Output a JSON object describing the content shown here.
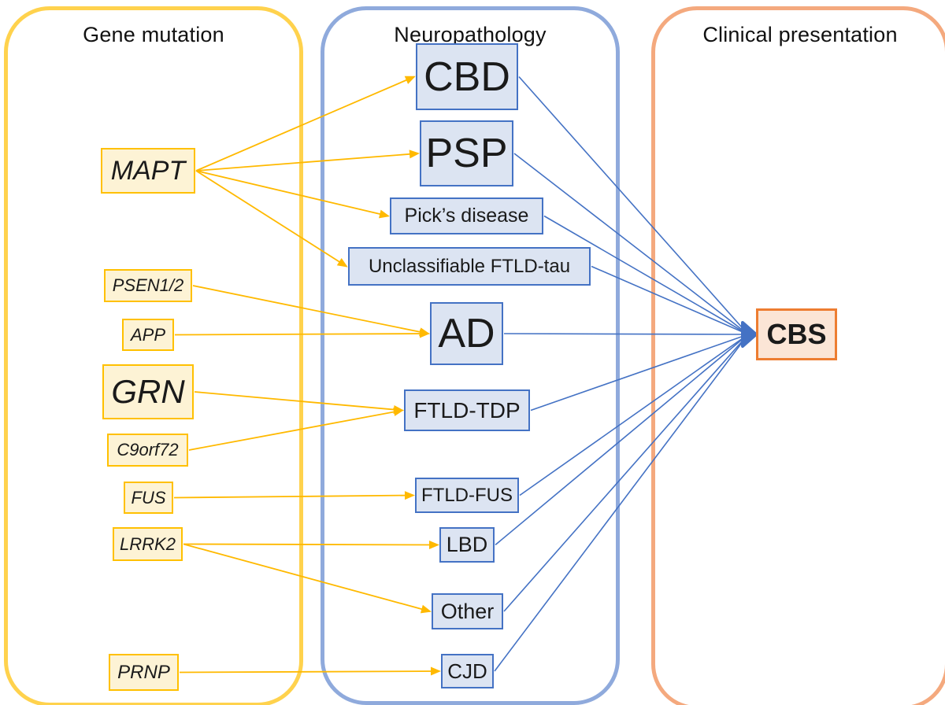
{
  "diagram": {
    "columns": [
      {
        "id": "gene",
        "title": "Gene mutation"
      },
      {
        "id": "patho",
        "title": "Neuropathology"
      },
      {
        "id": "clinical",
        "title": "Clinical presentation"
      }
    ],
    "nodes": [
      {
        "id": "MAPT",
        "label": "MAPT",
        "column": "gene"
      },
      {
        "id": "PSEN12",
        "label": "PSEN1/2",
        "column": "gene"
      },
      {
        "id": "APP",
        "label": "APP",
        "column": "gene"
      },
      {
        "id": "GRN",
        "label": "GRN",
        "column": "gene"
      },
      {
        "id": "C9ORF72",
        "label": "C9orf72",
        "column": "gene"
      },
      {
        "id": "FUS",
        "label": "FUS",
        "column": "gene"
      },
      {
        "id": "LRRK2",
        "label": "LRRK2",
        "column": "gene"
      },
      {
        "id": "PRNP",
        "label": "PRNP",
        "column": "gene"
      },
      {
        "id": "CBD",
        "label": "CBD",
        "column": "patho"
      },
      {
        "id": "PSP",
        "label": "PSP",
        "column": "patho"
      },
      {
        "id": "PICKS",
        "label": "Pick’s disease",
        "column": "patho"
      },
      {
        "id": "UNCLASS",
        "label": "Unclassifiable FTLD-tau",
        "column": "patho"
      },
      {
        "id": "AD",
        "label": "AD",
        "column": "patho"
      },
      {
        "id": "FTLD_TDP",
        "label": "FTLD-TDP",
        "column": "patho"
      },
      {
        "id": "FTLD_FUS",
        "label": "FTLD-FUS",
        "column": "patho"
      },
      {
        "id": "LBD",
        "label": "LBD",
        "column": "patho"
      },
      {
        "id": "OTHER",
        "label": "Other",
        "column": "patho"
      },
      {
        "id": "CJD",
        "label": "CJD",
        "column": "patho"
      },
      {
        "id": "CBS",
        "label": "CBS",
        "column": "clinical"
      }
    ],
    "edges": {
      "gene_to_pathology": [
        [
          "MAPT",
          "CBD"
        ],
        [
          "MAPT",
          "PSP"
        ],
        [
          "MAPT",
          "PICKS"
        ],
        [
          "MAPT",
          "UNCLASS"
        ],
        [
          "PSEN12",
          "AD"
        ],
        [
          "APP",
          "AD"
        ],
        [
          "GRN",
          "FTLD_TDP"
        ],
        [
          "C9ORF72",
          "FTLD_TDP"
        ],
        [
          "FUS",
          "FTLD_FUS"
        ],
        [
          "LRRK2",
          "LBD"
        ],
        [
          "LRRK2",
          "OTHER"
        ],
        [
          "PRNP",
          "CJD"
        ]
      ],
      "pathology_to_clinical": [
        [
          "CBD",
          "CBS"
        ],
        [
          "PSP",
          "CBS"
        ],
        [
          "PICKS",
          "CBS"
        ],
        [
          "UNCLASS",
          "CBS"
        ],
        [
          "AD",
          "CBS"
        ],
        [
          "FTLD_TDP",
          "CBS"
        ],
        [
          "FTLD_FUS",
          "CBS"
        ],
        [
          "LBD",
          "CBS"
        ],
        [
          "OTHER",
          "CBS"
        ],
        [
          "CJD",
          "CBS"
        ]
      ]
    },
    "colors": {
      "gene_edge": "#FFB900",
      "pathology_edge": "#4472C4",
      "gene_box_fill": "#FDF3D5",
      "gene_box_border": "#FFC000",
      "pathology_box_fill": "#DCE4F2",
      "pathology_box_border": "#4472C4",
      "clinical_box_fill": "#FBE5D6",
      "clinical_box_border": "#ED7D31",
      "gene_container_border": "#FFD24D",
      "pathology_container_border": "#8FAADC",
      "clinical_container_border": "#F4A97E"
    }
  }
}
